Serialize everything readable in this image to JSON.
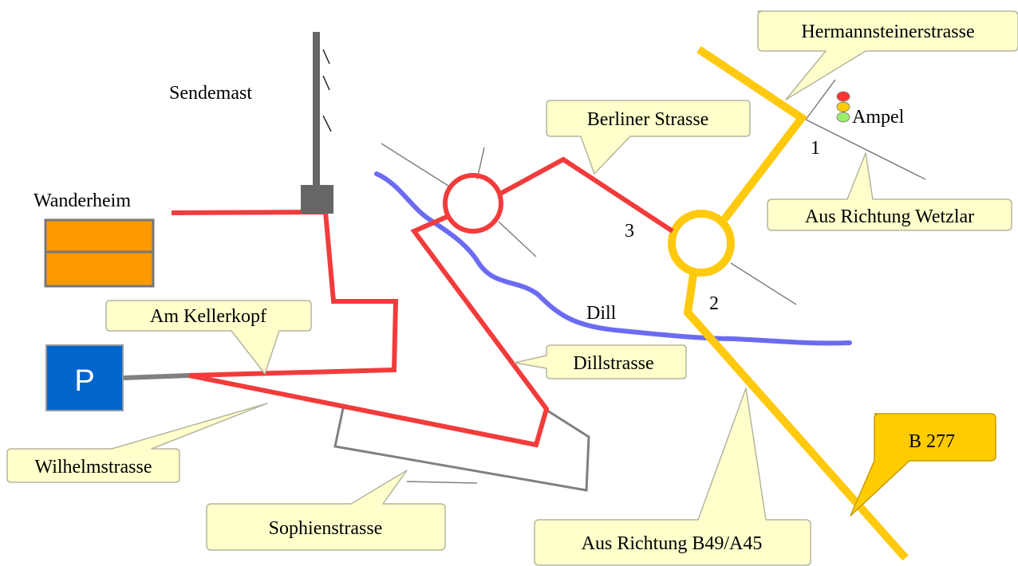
{
  "map": {
    "labels": {
      "sendemast": "Sendemast",
      "wanderheim": "Wanderheim",
      "dill": "Dill",
      "ampel": "Ampel",
      "junction_1": "1",
      "junction_2": "2",
      "junction_3": "3",
      "parking": "P"
    },
    "callouts": {
      "hermannsteinerstrasse": "Hermannsteinerstrasse",
      "berliner_strasse": "Berliner Strasse",
      "aus_richtung_wetzlar": "Aus Richtung Wetzlar",
      "am_kellerkopf": "Am Kellerkopf",
      "dillstrasse": "Dillstrasse",
      "wilhelmstrasse": "Wilhelmstrasse",
      "sophienstrasse": "Sophienstrasse",
      "aus_richtung_b49_a45": "Aus Richtung B49/A45",
      "b277": "B 277"
    },
    "colors": {
      "route": "#f23b3b",
      "main_road": "#ffc90e",
      "side_road": "#808080",
      "river": "#6b6bf2",
      "callout_fill": "#ffffcc",
      "b277_fill": "#ffcc00",
      "building": "#ff9900",
      "parking": "#0066cc",
      "mast": "#666666"
    },
    "icons": {
      "traffic_light": "traffic-light-icon",
      "parking": "parking-sign-icon",
      "building": "building-icon",
      "mast": "transmitter-mast-icon"
    }
  }
}
